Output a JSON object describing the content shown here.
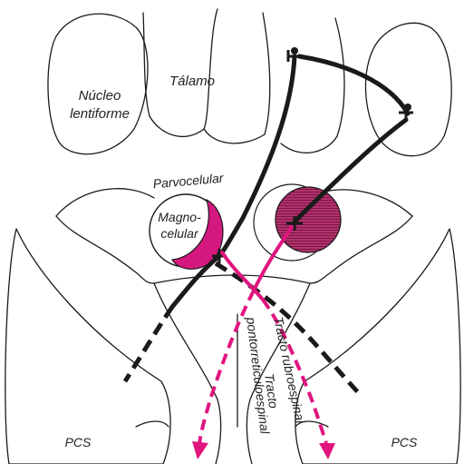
{
  "labels": {
    "nucleo_line1": "Núcleo",
    "nucleo_line2": "lentiforme",
    "talamo": "Tálamo",
    "parvocelular": "Parvocelular",
    "magno_line1": "Magno-",
    "magno_line2": "celular",
    "tracto_ponto_line1": "Tracto",
    "tracto_ponto_line2": "pontorreticuloespinal",
    "tracto_rubro": "Tracto rubroespinal",
    "pcs_left": "PCS",
    "pcs_right": "PCS"
  },
  "colors": {
    "pathway_solid": "#1a1a1a",
    "pathway_crossed": "#e0157e",
    "magnocellular_fill": "#d4187f",
    "parvocellular_hatch": "#8a1f52",
    "outline": "#1a1a1a"
  }
}
